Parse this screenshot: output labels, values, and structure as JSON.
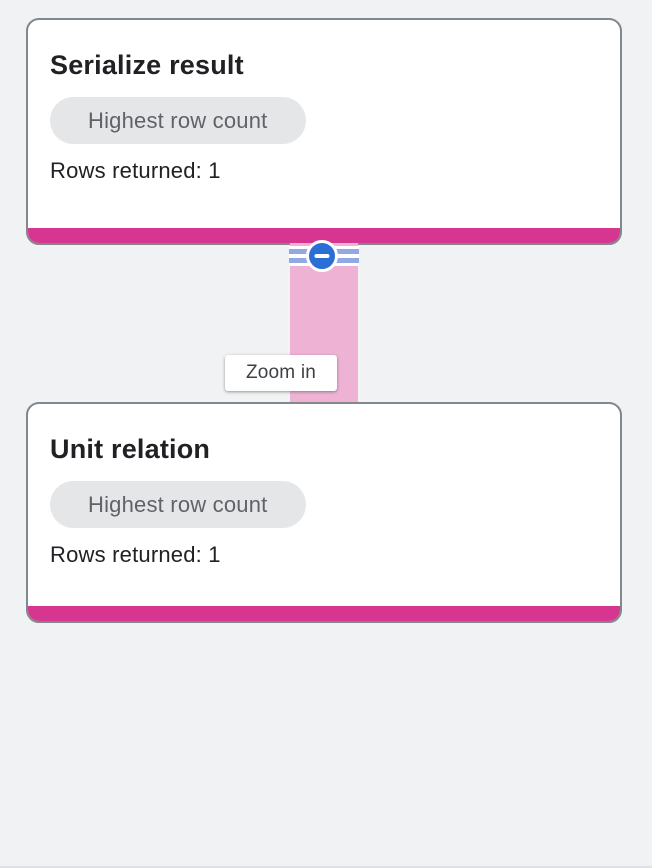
{
  "nodes": [
    {
      "title": "Serialize result",
      "badge": "Highest row count",
      "rows_returned": "Rows returned: 1"
    },
    {
      "title": "Unit relation",
      "badge": "Highest row count",
      "rows_returned": "Rows returned: 1"
    }
  ],
  "edge": {
    "collapse_icon": "minus-in-circle"
  },
  "tooltip": {
    "text": "Zoom in"
  },
  "colors": {
    "background": "#f0f2f3",
    "node_border": "#82878c",
    "node_time_bar": "#d6368f",
    "edge_fill": "#eeb2d4",
    "edge_stripe": "#93a9e3",
    "collapse_button": "#2b6fd6",
    "badge_background": "#e5e6e8",
    "badge_text": "#5f6368",
    "text_primary": "#202124",
    "tooltip_text": "#3c4043"
  }
}
